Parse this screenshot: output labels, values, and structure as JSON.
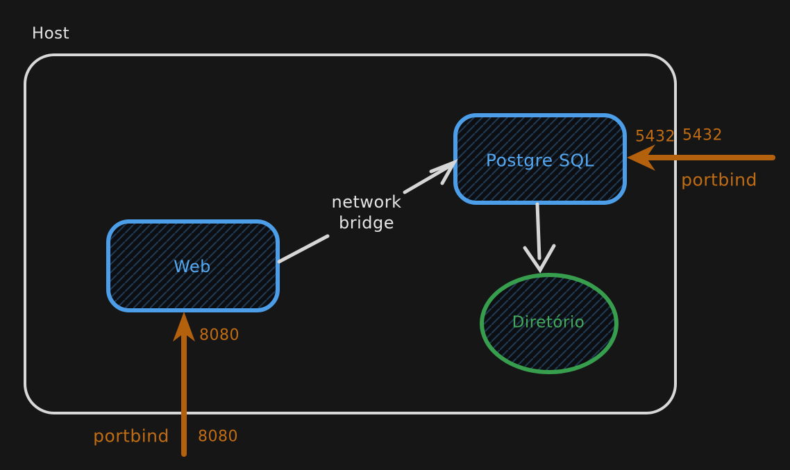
{
  "diagram": {
    "host": {
      "label": "Host"
    },
    "nodes": {
      "web": {
        "label": "Web",
        "shape": "rounded-rectangle",
        "color": "#4d9ee8"
      },
      "postgres": {
        "label": "Postgre SQL",
        "shape": "rounded-rectangle",
        "color": "#4d9ee8"
      },
      "directory": {
        "label": "Diretório",
        "shape": "ellipse",
        "color": "#379e4d"
      }
    },
    "edges": {
      "network_bridge": {
        "label": "network\nbridge",
        "from": "Web",
        "to": "Postgre SQL",
        "color": "#d6d6d6"
      },
      "postgres_to_directory": {
        "from": "Postgre SQL",
        "to": "Diretório",
        "color": "#d6d6d6"
      },
      "db_portbind": {
        "label": "portbind",
        "port_inside": "5432",
        "port_outside": "5432",
        "to": "Postgre SQL",
        "color": "#b4610e"
      },
      "web_portbind": {
        "label": "portbind",
        "port_inside": "8080",
        "port_outside": "8080",
        "to": "Web",
        "color": "#b4610e"
      }
    },
    "colors": {
      "background": "#161616",
      "stroke_light": "#d6d6d6",
      "node_blue": "#4d9ee8",
      "node_green": "#379e4d",
      "accent_orange": "#b4610e",
      "hatch_blue": "#1e3a54",
      "text_white": "#e4e4e4"
    }
  }
}
